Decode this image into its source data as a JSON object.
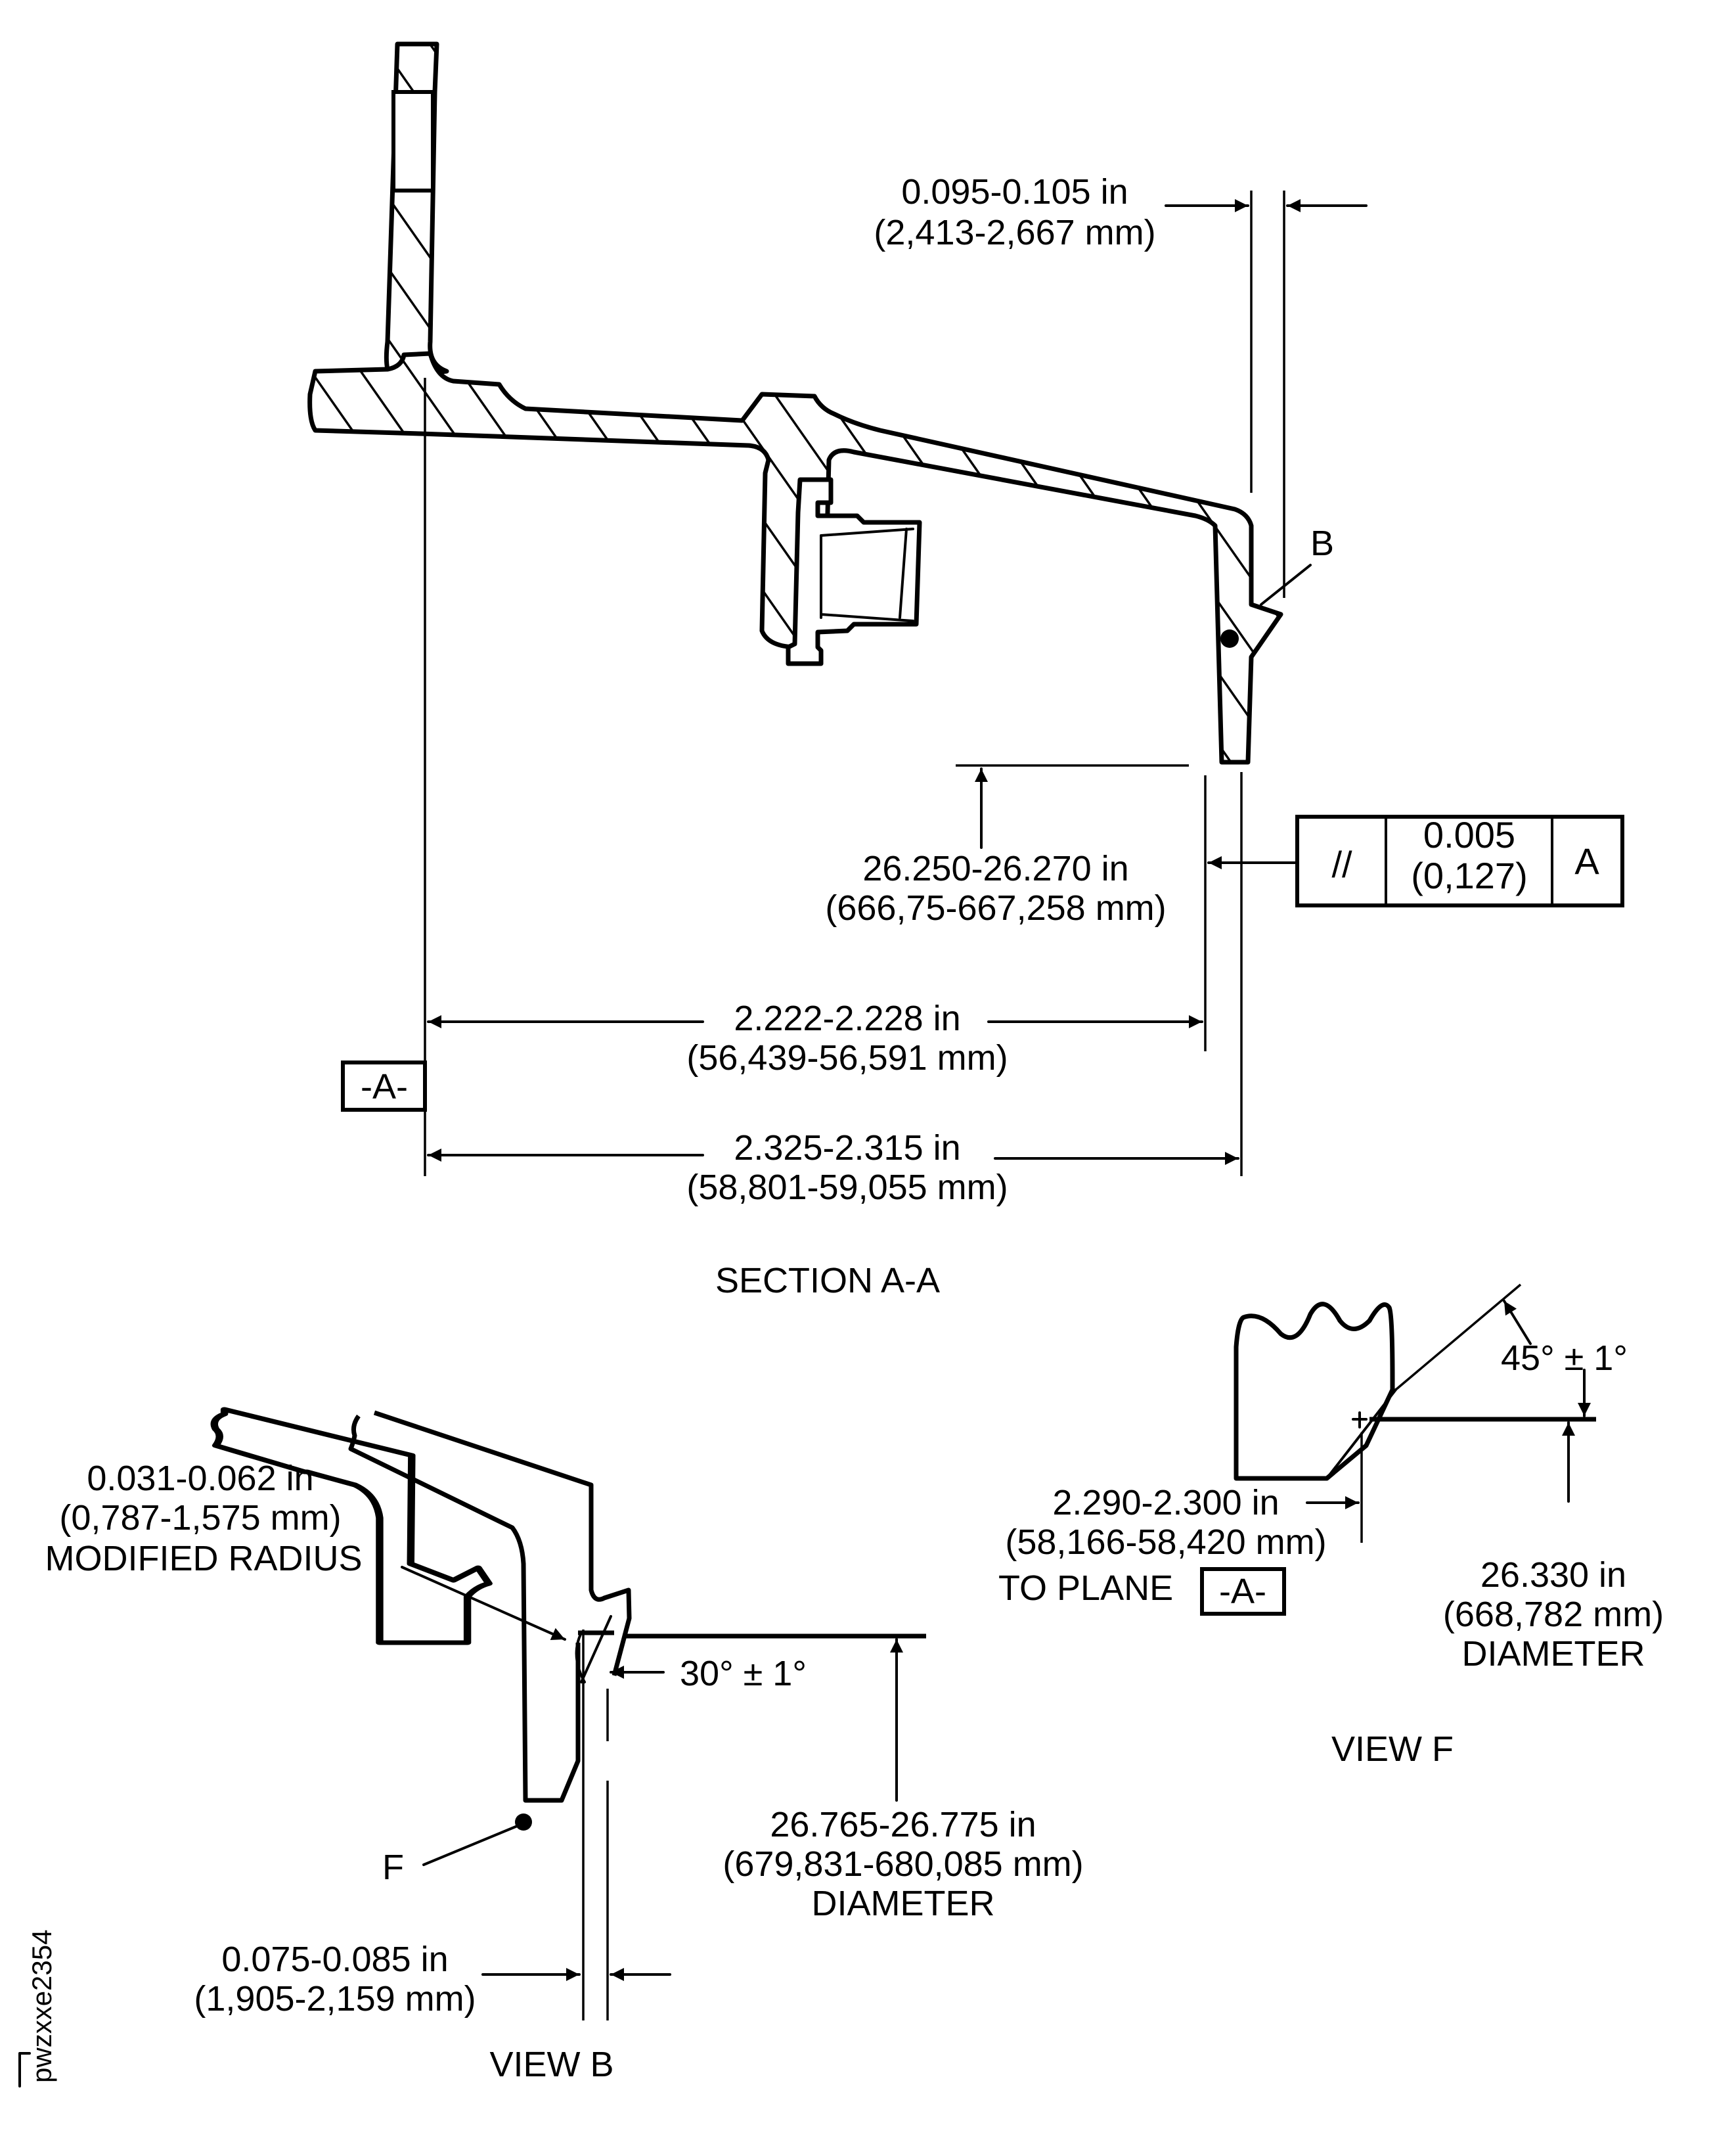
{
  "document": {
    "figure_id": "pwzxxe2354",
    "ink_color": "#000000",
    "paper_color": "#ffffff"
  },
  "section_aa": {
    "title": "SECTION A-A",
    "detail_callout": "B",
    "datum_label": "-A-",
    "dim_flange_thickness": {
      "in": "0.095-0.105 in",
      "mm": "(2,413-2,667 mm)"
    },
    "dim_diameter": {
      "in": "26.250-26.270 in",
      "mm": "(666,75-667,258 mm)"
    },
    "dim_inner_length": {
      "in": "2.222-2.228 in",
      "mm": "(56,439-56,591 mm)"
    },
    "dim_outer_length": {
      "in": "2.325-2.315 in",
      "mm": "(58,801-59,055 mm)"
    },
    "feature_control_frame": {
      "symbol": "//",
      "symbol_name": "parallelism",
      "tolerance_in": "0.005",
      "tolerance_mm": "(0,127)",
      "datum": "A"
    }
  },
  "view_b": {
    "title": "VIEW B",
    "detail_callout": "F",
    "dim_radius": {
      "in": "0.031-0.062 in",
      "mm": "(0,787-1,575 mm)",
      "note": "MODIFIED RADIUS"
    },
    "dim_angle": "30° ± 1°",
    "dim_diameter": {
      "in": "26.765-26.775 in",
      "mm": "(679,831-680,085 mm)",
      "note": "DIAMETER"
    },
    "dim_thickness": {
      "in": "0.075-0.085 in",
      "mm": "(1,905-2,159 mm)"
    }
  },
  "view_f": {
    "title": "VIEW F",
    "dim_angle": "45° ± 1°",
    "dim_plane": {
      "in": "2.290-2.300 in",
      "mm": "(58,166-58,420 mm)",
      "note": "TO PLANE",
      "datum_label": "-A-"
    },
    "dim_diameter": {
      "in": "26.330 in",
      "mm": "(668,782 mm)",
      "note": "DIAMETER"
    }
  }
}
